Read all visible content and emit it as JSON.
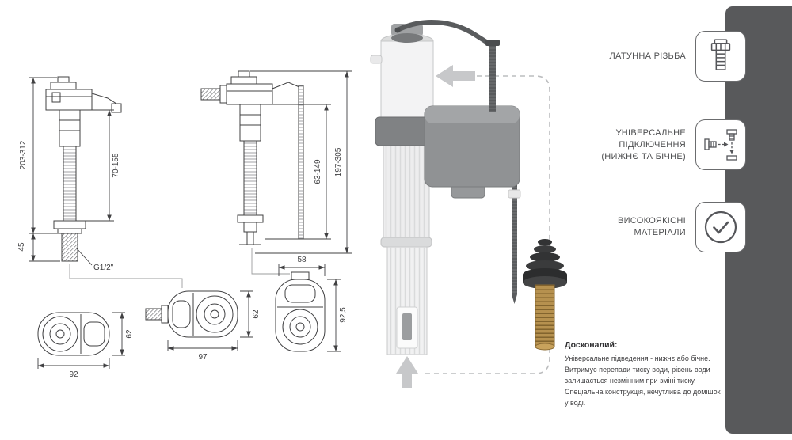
{
  "theme": {
    "band_color": "#58595b",
    "line_color": "#404042",
    "brass_color": "#b6914f",
    "plastic_gray": "#8f9193"
  },
  "drawings": {
    "bottom_inlet": {
      "overall_height": "203-312",
      "adjustment_range": "70-155",
      "base_height": "45",
      "thread_size": "G1/2\""
    },
    "side_inlet": {
      "adjustment_range": "63-149",
      "overall_height": "197-305"
    },
    "top_views": {
      "view1_width": "92",
      "view1_depth": "62",
      "view2_width": "97",
      "view2_depth": "62",
      "view3_width": "58",
      "view3_depth": "92,5"
    }
  },
  "features": [
    {
      "icon": "brass-thread-icon",
      "label": "ЛАТУННА РІЗЬБА"
    },
    {
      "icon": "universal-connection-icon",
      "label": "УНІВЕРСАЛЬНЕ\nПІДКЛЮЧЕННЯ\n(НИЖНЄ ТА БІЧНЕ)"
    },
    {
      "icon": "quality-check-icon",
      "label": "ВИСОКОЯКІСНІ\nМАТЕРІАЛИ"
    }
  ],
  "description": {
    "title": "Досконалий:",
    "lines": [
      "Універсальне підведення - нижнє або бічне.",
      "Витримує перепади тиску води, рівень води залишається незмінним при зміні тиску.",
      "Спеціальна конструкція, нечутлива до домішок у воді."
    ]
  }
}
